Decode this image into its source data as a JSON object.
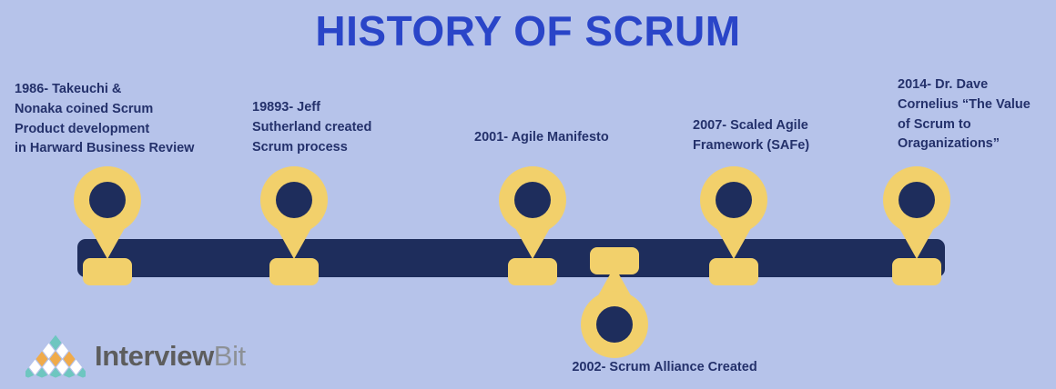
{
  "page": {
    "title": "HISTORY OF SCRUM",
    "background_color": "#b6c3ea",
    "title_color": "#2a45c8",
    "navy_color": "#1e2d5c",
    "accent_color": "#f2d06b"
  },
  "timeline": {
    "events_above": [
      {
        "id": "1986",
        "year": "1986",
        "label": "1986- Takeuchi &\nNonaka coined Scrum\nProduct development\nin Harward Business Review",
        "marker": "map-pin"
      },
      {
        "id": "1989",
        "year": "19893",
        "label": "19893- Jeff\nSutherland created\nScrum process",
        "marker": "map-pin"
      },
      {
        "id": "2001",
        "year": "2001",
        "label": "2001- Agile Manifesto",
        "marker": "map-pin"
      },
      {
        "id": "2007",
        "year": "2007",
        "label": "2007- Scaled Agile\nFramework (SAFe)",
        "marker": "map-pin"
      },
      {
        "id": "2014",
        "year": "2014",
        "label": "2014- Dr. Dave\nCornelius “The Value\nof Scrum to\nOraganizations”",
        "marker": "map-pin"
      }
    ],
    "events_below": [
      {
        "id": "2002",
        "year": "2002",
        "label": "2002- Scrum Alliance Created",
        "marker": "map-pin-down"
      }
    ]
  },
  "branding": {
    "wordmark_primary": "Interview",
    "wordmark_secondary": "Bit",
    "mark_colors": {
      "teal": "#6ec6c0",
      "orange": "#f0ab4a",
      "white": "#ffffff"
    }
  }
}
